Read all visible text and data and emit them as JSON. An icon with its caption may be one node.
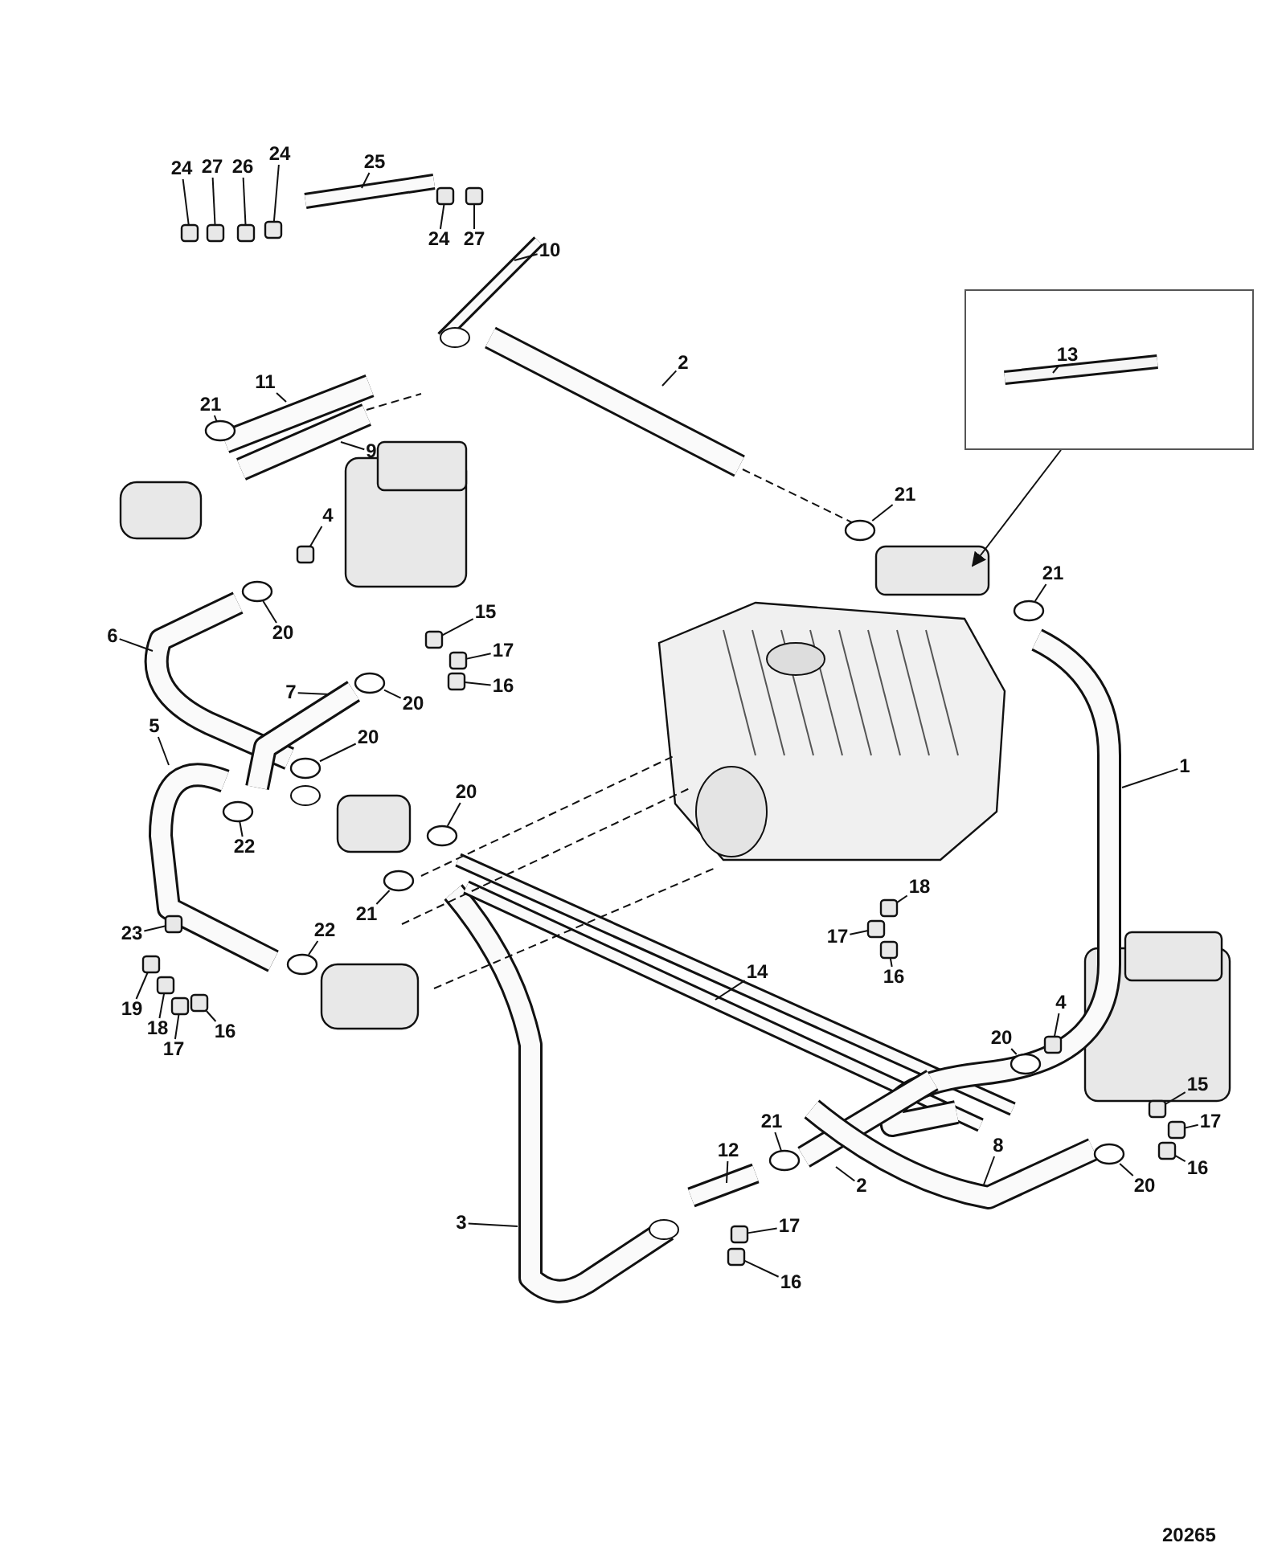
{
  "diagram": {
    "nodes": [
      {
        "text": [
          "24"
        ]
      },
      {
        "text": [
          "27"
        ]
      },
      {
        "text": [
          "26"
        ]
      },
      {
        "text": [
          "24"
        ]
      },
      {
        "text": [
          "25"
        ]
      },
      {
        "text": [
          "24"
        ]
      },
      {
        "text": [
          "27"
        ]
      },
      {
        "text": [
          "10"
        ]
      },
      {
        "text": [
          "11"
        ]
      },
      {
        "text": [
          "21"
        ]
      },
      {
        "text": [
          "9"
        ]
      },
      {
        "text": [
          "2"
        ]
      },
      {
        "text": [],
        "shape": "frame"
      },
      {
        "text": [
          "13"
        ],
        "in": 12
      },
      {
        "text": [
          "4"
        ]
      },
      {
        "text": [
          "21"
        ]
      },
      {
        "text": [
          "21"
        ]
      },
      {
        "text": [
          "20"
        ]
      },
      {
        "text": [
          "15"
        ]
      },
      {
        "text": [
          "17"
        ]
      },
      {
        "text": [
          "6"
        ]
      },
      {
        "text": [
          "7"
        ]
      },
      {
        "text": [
          "20"
        ]
      },
      {
        "text": [
          "16"
        ]
      },
      {
        "text": [
          "20"
        ]
      },
      {
        "text": [
          "5"
        ]
      },
      {
        "text": [
          "1"
        ]
      },
      {
        "text": [
          "20"
        ]
      },
      {
        "text": [
          "22"
        ]
      },
      {
        "text": [
          "18"
        ]
      },
      {
        "text": [
          "17"
        ]
      },
      {
        "text": [
          "16"
        ]
      },
      {
        "text": [
          "21"
        ]
      },
      {
        "text": [
          "23"
        ]
      },
      {
        "text": [
          "22"
        ]
      },
      {
        "text": [
          "14"
        ]
      },
      {
        "text": [
          "19"
        ]
      },
      {
        "text": [
          "18"
        ]
      },
      {
        "text": [
          "17"
        ]
      },
      {
        "text": [
          "16"
        ]
      },
      {
        "text": [
          "4"
        ]
      },
      {
        "text": [
          "20"
        ]
      },
      {
        "text": [
          "15"
        ]
      },
      {
        "text": [
          "17"
        ]
      },
      {
        "text": [
          "16"
        ]
      },
      {
        "text": [
          "21"
        ]
      },
      {
        "text": [
          "12"
        ]
      },
      {
        "text": [
          "2"
        ]
      },
      {
        "text": [
          "8"
        ]
      },
      {
        "text": [
          "20"
        ]
      },
      {
        "text": [
          "3"
        ]
      },
      {
        "text": [
          "17"
        ]
      },
      {
        "text": [
          "16"
        ]
      },
      {
        "text": [],
        "shape": "box"
      },
      {
        "text": [],
        "shape": "box"
      },
      {
        "text": [],
        "shape": "box"
      },
      {
        "text": [],
        "shape": "box"
      },
      {
        "text": [],
        "shape": "box"
      },
      {
        "text": [],
        "shape": "box"
      },
      {
        "text": [],
        "shape": "ring"
      },
      {
        "text": [],
        "shape": "box"
      },
      {
        "text": [],
        "shape": "ring"
      },
      {
        "text": [],
        "shape": "ring"
      },
      {
        "text": [],
        "shape": "ring"
      },
      {
        "text": [],
        "shape": "box"
      },
      {
        "text": [],
        "shape": "box"
      },
      {
        "text": [],
        "shape": "box"
      },
      {
        "text": [],
        "shape": "ring"
      },
      {
        "text": [],
        "shape": "ring"
      },
      {
        "text": [],
        "shape": "ring"
      },
      {
        "text": [],
        "shape": "ring"
      },
      {
        "text": [],
        "shape": "box"
      },
      {
        "text": [],
        "shape": "box"
      },
      {
        "text": [],
        "shape": "box"
      },
      {
        "text": [],
        "shape": "ring"
      },
      {
        "text": [],
        "shape": "box"
      },
      {
        "text": [],
        "shape": "ring"
      },
      {
        "text": [],
        "shape": "box"
      },
      {
        "text": [],
        "shape": "box"
      },
      {
        "text": [],
        "shape": "box"
      },
      {
        "text": [],
        "shape": "box"
      },
      {
        "text": [],
        "shape": "box"
      },
      {
        "text": [],
        "shape": "ring"
      },
      {
        "text": [],
        "shape": "box"
      },
      {
        "text": [],
        "shape": "box"
      },
      {
        "text": [],
        "shape": "box"
      },
      {
        "text": [],
        "shape": "ring"
      },
      {
        "text": [],
        "shape": "ring"
      },
      {
        "text": [],
        "shape": "box"
      },
      {
        "text": [],
        "shape": "box"
      }
    ],
    "edges": [
      {
        "from": 0,
        "to": 53,
        "arrow": "none"
      },
      {
        "from": 1,
        "to": 54,
        "arrow": "none"
      },
      {
        "from": 2,
        "to": 55,
        "arrow": "none"
      },
      {
        "from": 3,
        "to": 56,
        "arrow": "none"
      },
      {
        "from": 4,
        "to": null,
        "arrow": "none"
      },
      {
        "from": 5,
        "to": 57,
        "arrow": "none"
      },
      {
        "from": 6,
        "to": 58,
        "arrow": "none"
      },
      {
        "from": 7,
        "to": null,
        "arrow": "none"
      },
      {
        "from": 8,
        "to": null,
        "arrow": "none"
      },
      {
        "from": 9,
        "to": 59,
        "arrow": "none"
      },
      {
        "from": 10,
        "to": null,
        "arrow": "none"
      },
      {
        "from": 11,
        "to": null,
        "arrow": "none"
      },
      {
        "from": 12,
        "to": null,
        "arrow": "to"
      },
      {
        "from": 13,
        "to": null,
        "arrow": "none"
      },
      {
        "from": 14,
        "to": 60,
        "arrow": "none"
      },
      {
        "from": 15,
        "to": 61,
        "arrow": "none"
      },
      {
        "from": 16,
        "to": 62,
        "arrow": "none"
      },
      {
        "from": 17,
        "to": 63,
        "arrow": "none"
      },
      {
        "from": 18,
        "to": 64,
        "arrow": "none"
      },
      {
        "from": 19,
        "to": 65,
        "arrow": "none"
      },
      {
        "from": 20,
        "to": null,
        "arrow": "none"
      },
      {
        "from": 21,
        "to": null,
        "arrow": "none"
      },
      {
        "from": 22,
        "to": 67,
        "arrow": "none"
      },
      {
        "from": 23,
        "to": 66,
        "arrow": "none"
      },
      {
        "from": 24,
        "to": 68,
        "arrow": "none"
      },
      {
        "from": 25,
        "to": null,
        "arrow": "none"
      },
      {
        "from": 26,
        "to": null,
        "arrow": "none"
      },
      {
        "from": 27,
        "to": 69,
        "arrow": "none"
      },
      {
        "from": 28,
        "to": 70,
        "arrow": "none"
      },
      {
        "from": 29,
        "to": 71,
        "arrow": "none"
      },
      {
        "from": 30,
        "to": 72,
        "arrow": "none"
      },
      {
        "from": 31,
        "to": 73,
        "arrow": "none"
      },
      {
        "from": 32,
        "to": 74,
        "arrow": "none"
      },
      {
        "from": 33,
        "to": 75,
        "arrow": "none"
      },
      {
        "from": 34,
        "to": 76,
        "arrow": "none"
      },
      {
        "from": 35,
        "to": null,
        "arrow": "none"
      },
      {
        "from": 36,
        "to": 77,
        "arrow": "none"
      },
      {
        "from": 37,
        "to": 78,
        "arrow": "none"
      },
      {
        "from": 38,
        "to": 79,
        "arrow": "none"
      },
      {
        "from": 39,
        "to": 80,
        "arrow": "none"
      },
      {
        "from": 40,
        "to": 81,
        "arrow": "none"
      },
      {
        "from": 41,
        "to": 82,
        "arrow": "none"
      },
      {
        "from": 42,
        "to": 83,
        "arrow": "none"
      },
      {
        "from": 43,
        "to": 84,
        "arrow": "none"
      },
      {
        "from": 44,
        "to": 85,
        "arrow": "none"
      },
      {
        "from": 45,
        "to": 86,
        "arrow": "none"
      },
      {
        "from": 46,
        "to": null,
        "arrow": "none"
      },
      {
        "from": 47,
        "to": null,
        "arrow": "none"
      },
      {
        "from": 48,
        "to": null,
        "arrow": "none"
      },
      {
        "from": 49,
        "to": 87,
        "arrow": "none"
      },
      {
        "from": 50,
        "to": null,
        "arrow": "none"
      },
      {
        "from": 51,
        "to": 88,
        "arrow": "none"
      },
      {
        "from": 52,
        "to": 89,
        "arrow": "none"
      }
    ],
    "labels": [
      "20265"
    ]
  }
}
